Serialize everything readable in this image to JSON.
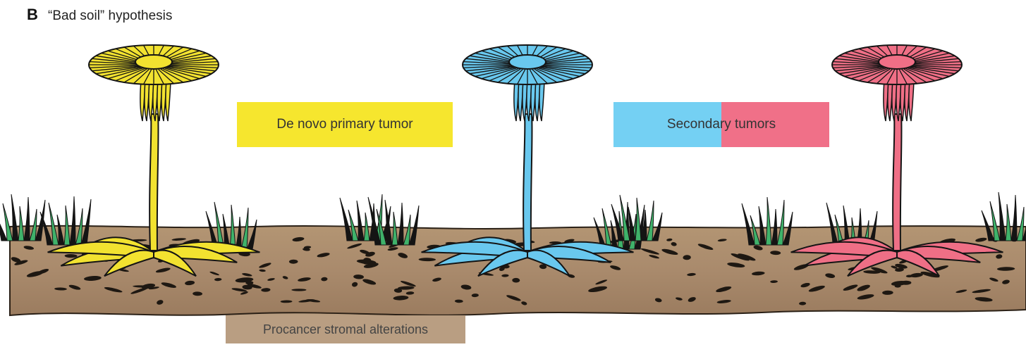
{
  "panel": {
    "label": "B",
    "title": "“Bad soil” hypothesis"
  },
  "labels": {
    "primary": "De novo primary tumor",
    "secondary": "Secondary tumors",
    "stroma": "Procancer stromal alterations"
  },
  "colors": {
    "primary_flower": "#f2e230",
    "secondary_flower_blue": "#69c8ee",
    "secondary_flower_pink": "#ef6f86",
    "primary_box": "#f6e62e",
    "secondary_box_left": "#74d0f3",
    "secondary_box_right": "#f07088",
    "soil": "#a98a6c",
    "stroma_box": "#b99e82",
    "grass": "#3fb26a",
    "outline": "#141414"
  },
  "flowers": [
    {
      "name": "yellow-dandelion",
      "color": "#f2e230"
    },
    {
      "name": "blue-dandelion",
      "color": "#69c8ee"
    },
    {
      "name": "pink-dandelion",
      "color": "#ef6f86"
    }
  ]
}
